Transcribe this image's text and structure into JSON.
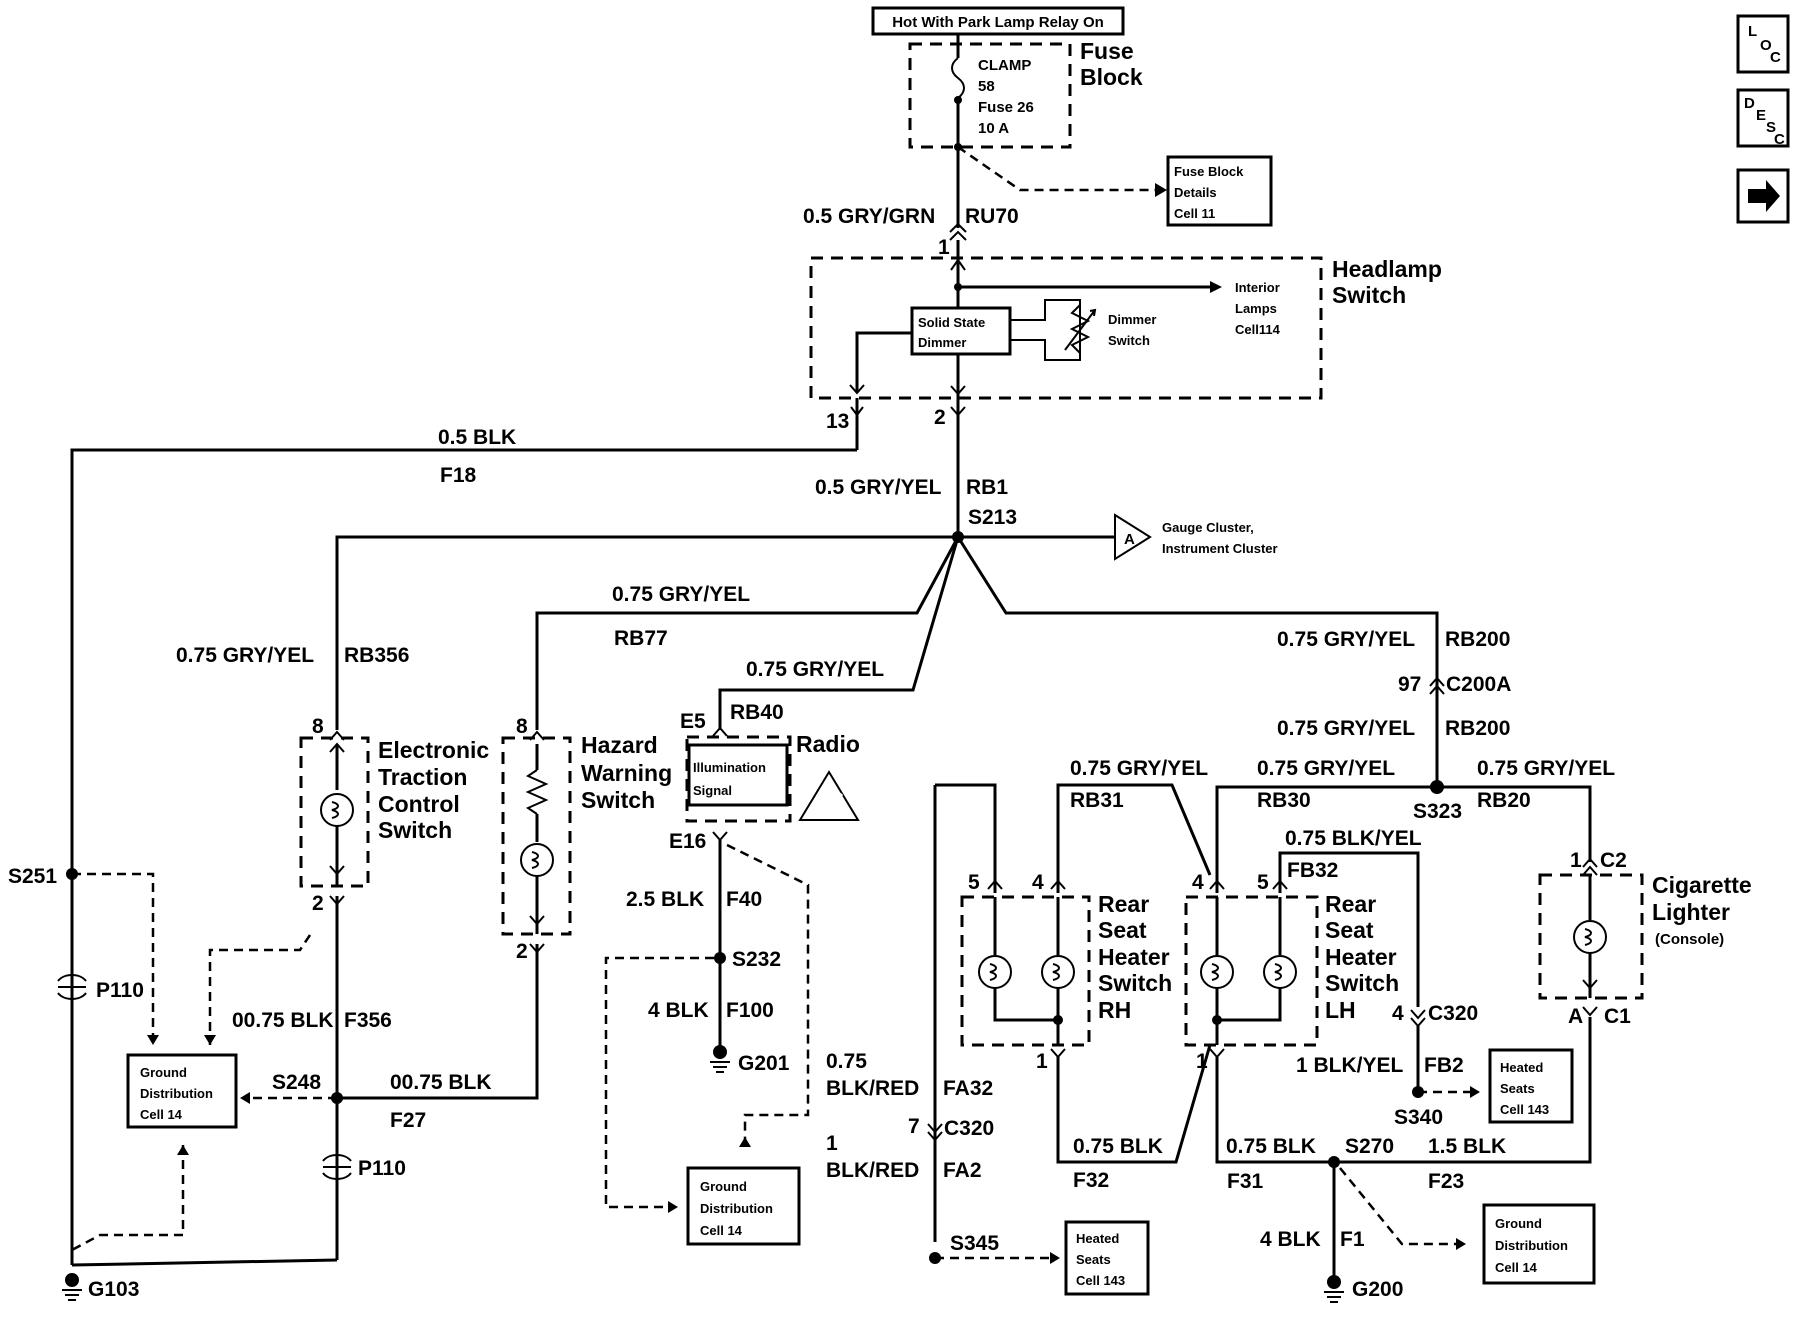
{
  "nav": {
    "loc_letters": [
      "L",
      "O",
      "C"
    ],
    "desc_letters": [
      "D",
      "E",
      "S",
      "C"
    ]
  },
  "power": {
    "source_label": "Hot With Park Lamp Relay On"
  },
  "fuse_block": {
    "title_line1": "Fuse",
    "title_line2": "Block",
    "line1": "CLAMP",
    "line2": "58",
    "line3": "Fuse 26",
    "line4": "10 A",
    "details": [
      "Fuse Block",
      "Details",
      "Cell 11"
    ]
  },
  "wires": {
    "ru70_color": "0.5 GRY/GRN",
    "ru70_id": "RU70",
    "f18_color": "0.5 BLK",
    "f18_id": "F18",
    "rb1_color": "0.5 GRY/YEL",
    "rb1_id": "RB1",
    "rb356_color": "0.75 GRY/YEL",
    "rb356_id": "RB356",
    "rb77_color": "0.75 GRY/YEL",
    "rb77_id": "RB77",
    "rb40_color": "0.75 GRY/YEL",
    "rb40_id": "RB40",
    "rb200_color": "0.75 GRY/YEL",
    "rb200_id": "RB200",
    "rb200b_color": "0.75 GRY/YEL",
    "rb200b_id": "RB200",
    "rb31_color": "0.75 GRY/YEL",
    "rb31_id": "RB31",
    "rb30_color": "0.75 GRY/YEL",
    "rb30_id": "RB30",
    "rb20_color": "0.75 GRY/YEL",
    "rb20_id": "RB20",
    "fb32_color": "0.75 BLK/YEL",
    "fb32_id": "FB32",
    "f356_color": "00.75 BLK",
    "f356_id": "F356",
    "f27_color": "00.75 BLK",
    "f27_id": "F27",
    "f40_color": "2.5 BLK",
    "f40_id": "F40",
    "f100_color": "4 BLK",
    "f100_id": "F100",
    "fa32_line1": "0.75",
    "fa32_color": "BLK/RED",
    "fa32_id": "FA32",
    "fa2_line1": "1",
    "fa2_color": "BLK/RED",
    "fa2_id": "FA2",
    "fb2_color": "1 BLK/YEL",
    "fb2_id": "FB2",
    "f32_color": "0.75 BLK",
    "f32_id": "F32",
    "f31_color": "0.75 BLK",
    "f31_id": "F31",
    "f23_color": "1.5 BLK",
    "f23_id": "F23",
    "f1_color": "4 BLK",
    "f1_id": "F1"
  },
  "headlamp_switch": {
    "title_line1": "Headlamp",
    "title_line2": "Switch",
    "dimmer_line1": "Solid State",
    "dimmer_line2": "Dimmer",
    "dimsw_line1": "Dimmer",
    "dimsw_line2": "Switch",
    "interior_line1": "Interior",
    "interior_line2": "Lamps",
    "interior_line3": "Cell114",
    "pin_in": "1",
    "pin_13": "13",
    "pin_2": "2"
  },
  "splices": {
    "s213": "S213",
    "s251": "S251",
    "s248": "S248",
    "s232": "S232",
    "s323": "S323",
    "s340": "S340",
    "s270": "S270",
    "s345": "S345"
  },
  "gauge": {
    "letter": "A",
    "line1": "Gauge Cluster,",
    "line2": "Instrument Cluster"
  },
  "etc_switch": {
    "line1": "Electronic",
    "line2": "Traction",
    "line3": "Control",
    "line4": "Switch",
    "pin_top": "8",
    "pin_bot": "2"
  },
  "hazard_switch": {
    "line1": "Hazard",
    "line2": "Warning",
    "line3": "Switch",
    "pin_top": "8",
    "pin_bot": "2"
  },
  "radio": {
    "title": "Radio",
    "line1": "Illumination",
    "line2": "Signal",
    "pin_top": "E5",
    "pin_bot": "E16"
  },
  "rear_rh": {
    "line1": "Rear",
    "line2": "Seat",
    "line3": "Heater",
    "line4": "Switch",
    "line5": "RH",
    "pin_a": "5",
    "pin_b": "4",
    "pin_c": "1"
  },
  "rear_lh": {
    "line1": "Rear",
    "line2": "Seat",
    "line3": "Heater",
    "line4": "Switch",
    "line5": "LH",
    "pin_a": "4",
    "pin_b": "5",
    "pin_c": "1"
  },
  "lighter": {
    "line1": "Cigarette",
    "line2": "Lighter",
    "line3": "(Console)",
    "pin_top": "1",
    "conn_top": "C2",
    "pin_bot": "A",
    "conn_bot": "C1"
  },
  "connectors": {
    "c200a_pin": "97",
    "c200a": "C200A",
    "c320_pin": "4",
    "c320": "C320",
    "c320b_pin": "7",
    "c320b": "C320",
    "p110_top": "P110",
    "p110_bot": "P110"
  },
  "grounds": {
    "g103": "G103",
    "g201": "G201",
    "g200": "G200"
  },
  "refs": {
    "gd1": [
      "Ground",
      "Distribution",
      "Cell 14"
    ],
    "gd2": [
      "Ground",
      "Distribution",
      "Cell 14"
    ],
    "gd3": [
      "Ground",
      "Distribution",
      "Cell 14"
    ],
    "hs1": [
      "Heated",
      "Seats",
      "Cell 143"
    ],
    "hs2": [
      "Heated",
      "Seats",
      "Cell 143"
    ]
  }
}
